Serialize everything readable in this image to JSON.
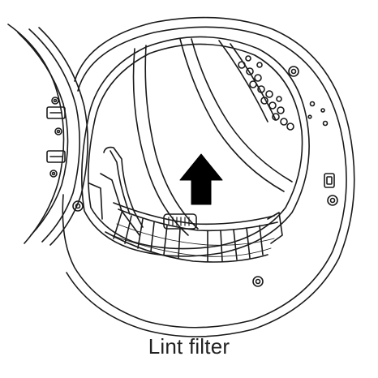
{
  "caption": "Lint filter",
  "colors": {
    "line": "#1a1a1a",
    "arrow": "#000000",
    "background": "#ffffff"
  },
  "parts": {
    "door": "door-edge",
    "drum_opening": "drum-opening",
    "drum_back": "drum-back-ribs",
    "vent_holes": "vent-holes",
    "filter": "lint-filter",
    "arrow": "up-arrow-icon"
  }
}
